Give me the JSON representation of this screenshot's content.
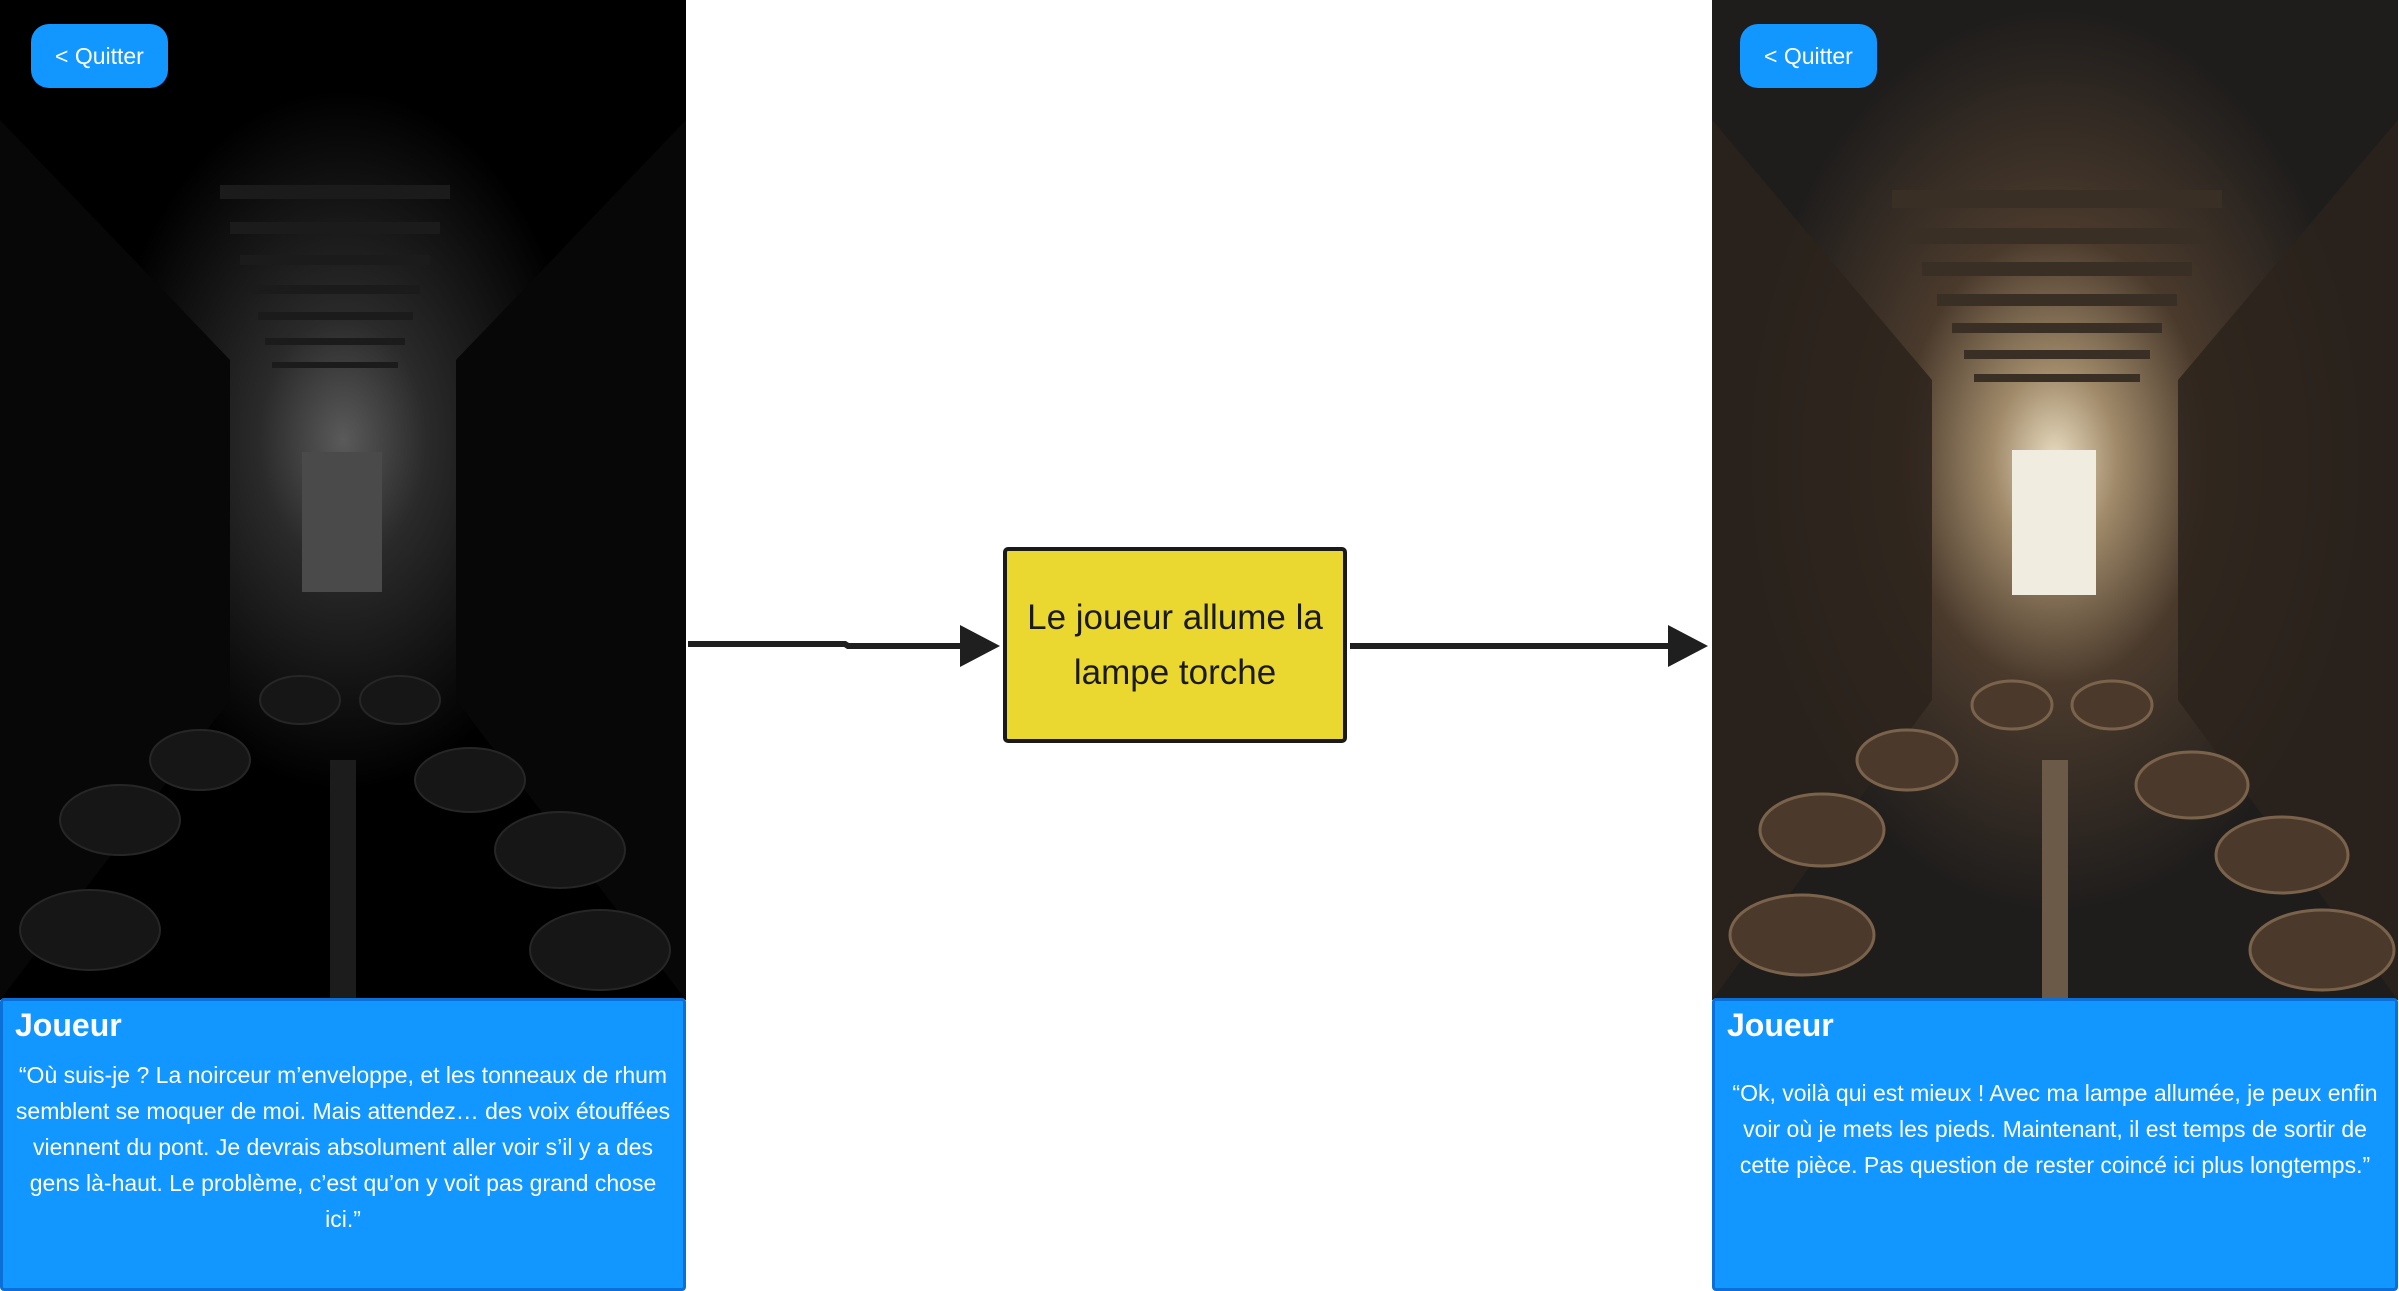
{
  "colors": {
    "accent": "#1197ff",
    "dialog_border": "#0a6fd6",
    "event_box": "#ead730",
    "arrow": "#1f1f1f"
  },
  "left_screen": {
    "quit_label": "< Quitter",
    "speaker": "Joueur",
    "line": "“Où suis-je ? La noirceur m’enveloppe, et les tonneaux de rhum semblent se moquer de moi. Mais attendez… des voix étouffées viennent du pont. Je devrais absolument aller voir s’il y a des gens là-haut. Le problème, c’est qu’on y voit pas grand chose ici.”"
  },
  "transition": {
    "label": "Le joueur allume la lampe torche"
  },
  "right_screen": {
    "quit_label": "< Quitter",
    "speaker": "Joueur",
    "line": "“Ok, voilà qui est mieux ! Avec ma lampe allumée, je peux enfin voir où je mets les pieds. Maintenant, il est temps de sortir de cette pièce. Pas question de rester coincé ici plus longtemps.”"
  }
}
